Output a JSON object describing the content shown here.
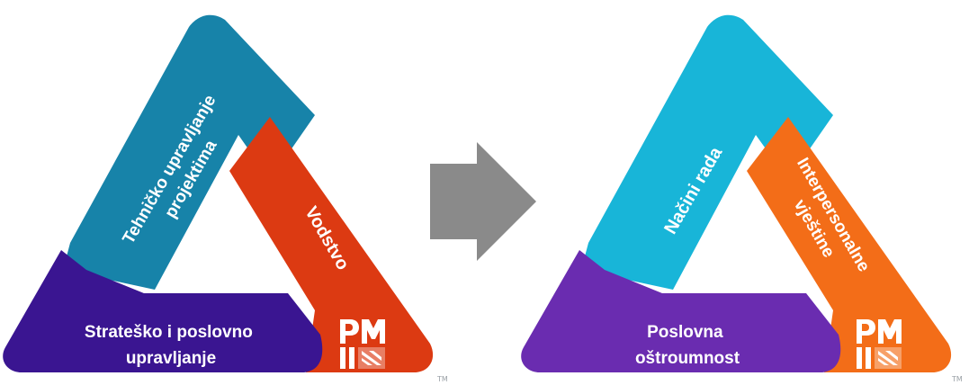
{
  "colors": {
    "left_technical": "#1783a9",
    "left_leadership": "#dc3a12",
    "left_strategic": "#3a1591",
    "right_ways_of_working": "#18b5d8",
    "right_interpersonal": "#f36d18",
    "right_business_acumen": "#6a2cb0",
    "arrow": "#8a8a8a",
    "logo": "#ffffff"
  },
  "old_triangle": {
    "technical_line1": "Tehničko upravljanje",
    "technical_line2": "projektima",
    "leadership": "Vodstvo",
    "strategic_line1": "Strateško i poslovno",
    "strategic_line2": "upravljanje",
    "trademark": "TM",
    "logo_icon": "pmi-logo-icon"
  },
  "transition_arrow": {
    "icon": "right-arrow-icon"
  },
  "new_triangle": {
    "ways_of_working": "Načini rada",
    "interpersonal_line1": "Interpersonalne",
    "interpersonal_line2": "vještine",
    "business_line1": "Poslovna",
    "business_line2": "oštroumnost",
    "trademark": "TM",
    "logo_icon": "pmi-logo-icon"
  }
}
